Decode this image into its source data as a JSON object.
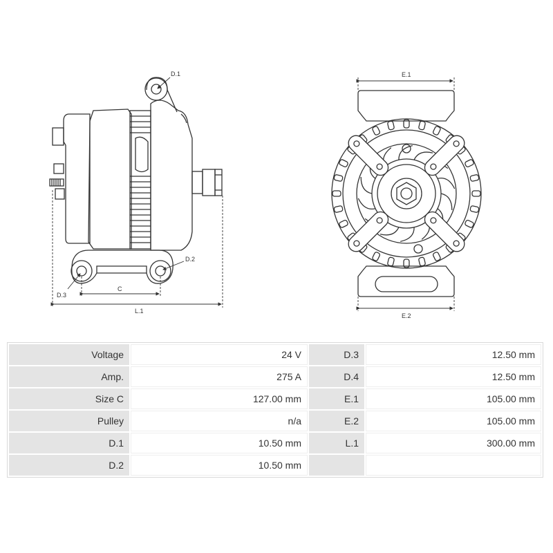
{
  "diagram": {
    "labels": {
      "d1": "D.1",
      "d2": "D.2",
      "d3": "D.3",
      "c": "C",
      "l1": "L.1",
      "e1": "E.1",
      "e2": "E.2"
    }
  },
  "spec_table": {
    "rows": [
      {
        "k1": "Voltage",
        "v1": "24 V",
        "k2": "D.3",
        "v2": "12.50 mm"
      },
      {
        "k1": "Amp.",
        "v1": "275 A",
        "k2": "D.4",
        "v2": "12.50 mm"
      },
      {
        "k1": "Size C",
        "v1": "127.00 mm",
        "k2": "E.1",
        "v2": "105.00 mm"
      },
      {
        "k1": "Pulley",
        "v1": "n/a",
        "k2": "E.2",
        "v2": "105.00 mm"
      },
      {
        "k1": "D.1",
        "v1": "10.50 mm",
        "k2": "L.1",
        "v2": "300.00 mm"
      },
      {
        "k1": "D.2",
        "v1": "10.50 mm",
        "k2": "",
        "v2": ""
      }
    ]
  }
}
